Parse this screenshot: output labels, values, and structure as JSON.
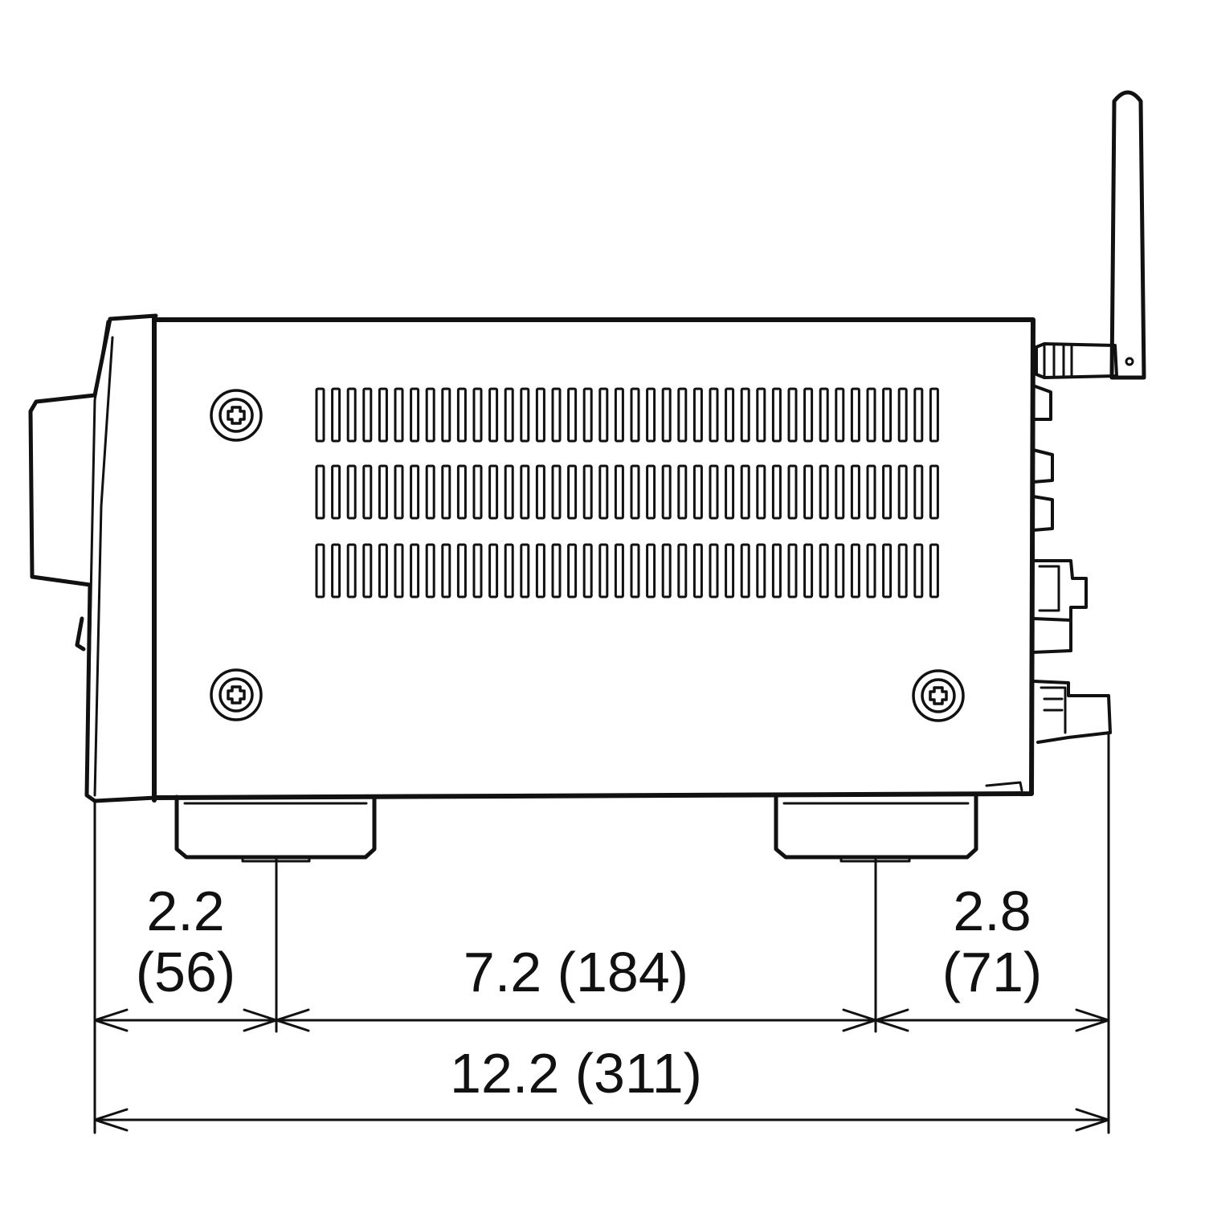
{
  "colors": {
    "line": "#111111",
    "background": "#ffffff"
  },
  "dimensions": {
    "front_offset": {
      "value": "2.2",
      "metric": "(56)"
    },
    "foot_spacing": {
      "label": "7.2 (184)"
    },
    "rear_offset": {
      "value": "2.8",
      "metric": "(71)"
    },
    "overall_depth": {
      "label": "12.2 (311)"
    }
  },
  "vents": {
    "rows": 3,
    "slots_per_row": 40
  },
  "icons": {
    "screw": "phillips-screw-icon",
    "antenna": "antenna-icon"
  }
}
